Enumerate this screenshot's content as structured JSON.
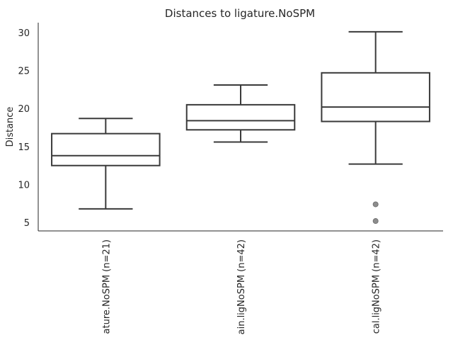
{
  "chart_data": {
    "type": "boxplot",
    "title": "Distances to ligature.NoSPM",
    "xlabel": "",
    "ylabel": "Distance",
    "ylim": [
      3.9,
      31.3
    ],
    "yticks": [
      5,
      10,
      15,
      20,
      25,
      30
    ],
    "grid": false,
    "categories": [
      "ature.NoSPM (n=21)",
      "ain.ligNoSPM (n=42)",
      "cal.ligNoSPM (n=42)"
    ],
    "boxes": [
      {
        "whisker_low": 6.8,
        "q1": 12.5,
        "median": 13.8,
        "q3": 16.7,
        "whisker_high": 18.7,
        "outliers": []
      },
      {
        "whisker_low": 15.6,
        "q1": 17.2,
        "median": 18.4,
        "q3": 20.5,
        "whisker_high": 23.1,
        "outliers": []
      },
      {
        "whisker_low": 12.7,
        "q1": 18.3,
        "median": 20.2,
        "q3": 24.7,
        "whisker_high": 30.1,
        "outliers": [
          7.4,
          5.2
        ]
      }
    ]
  }
}
